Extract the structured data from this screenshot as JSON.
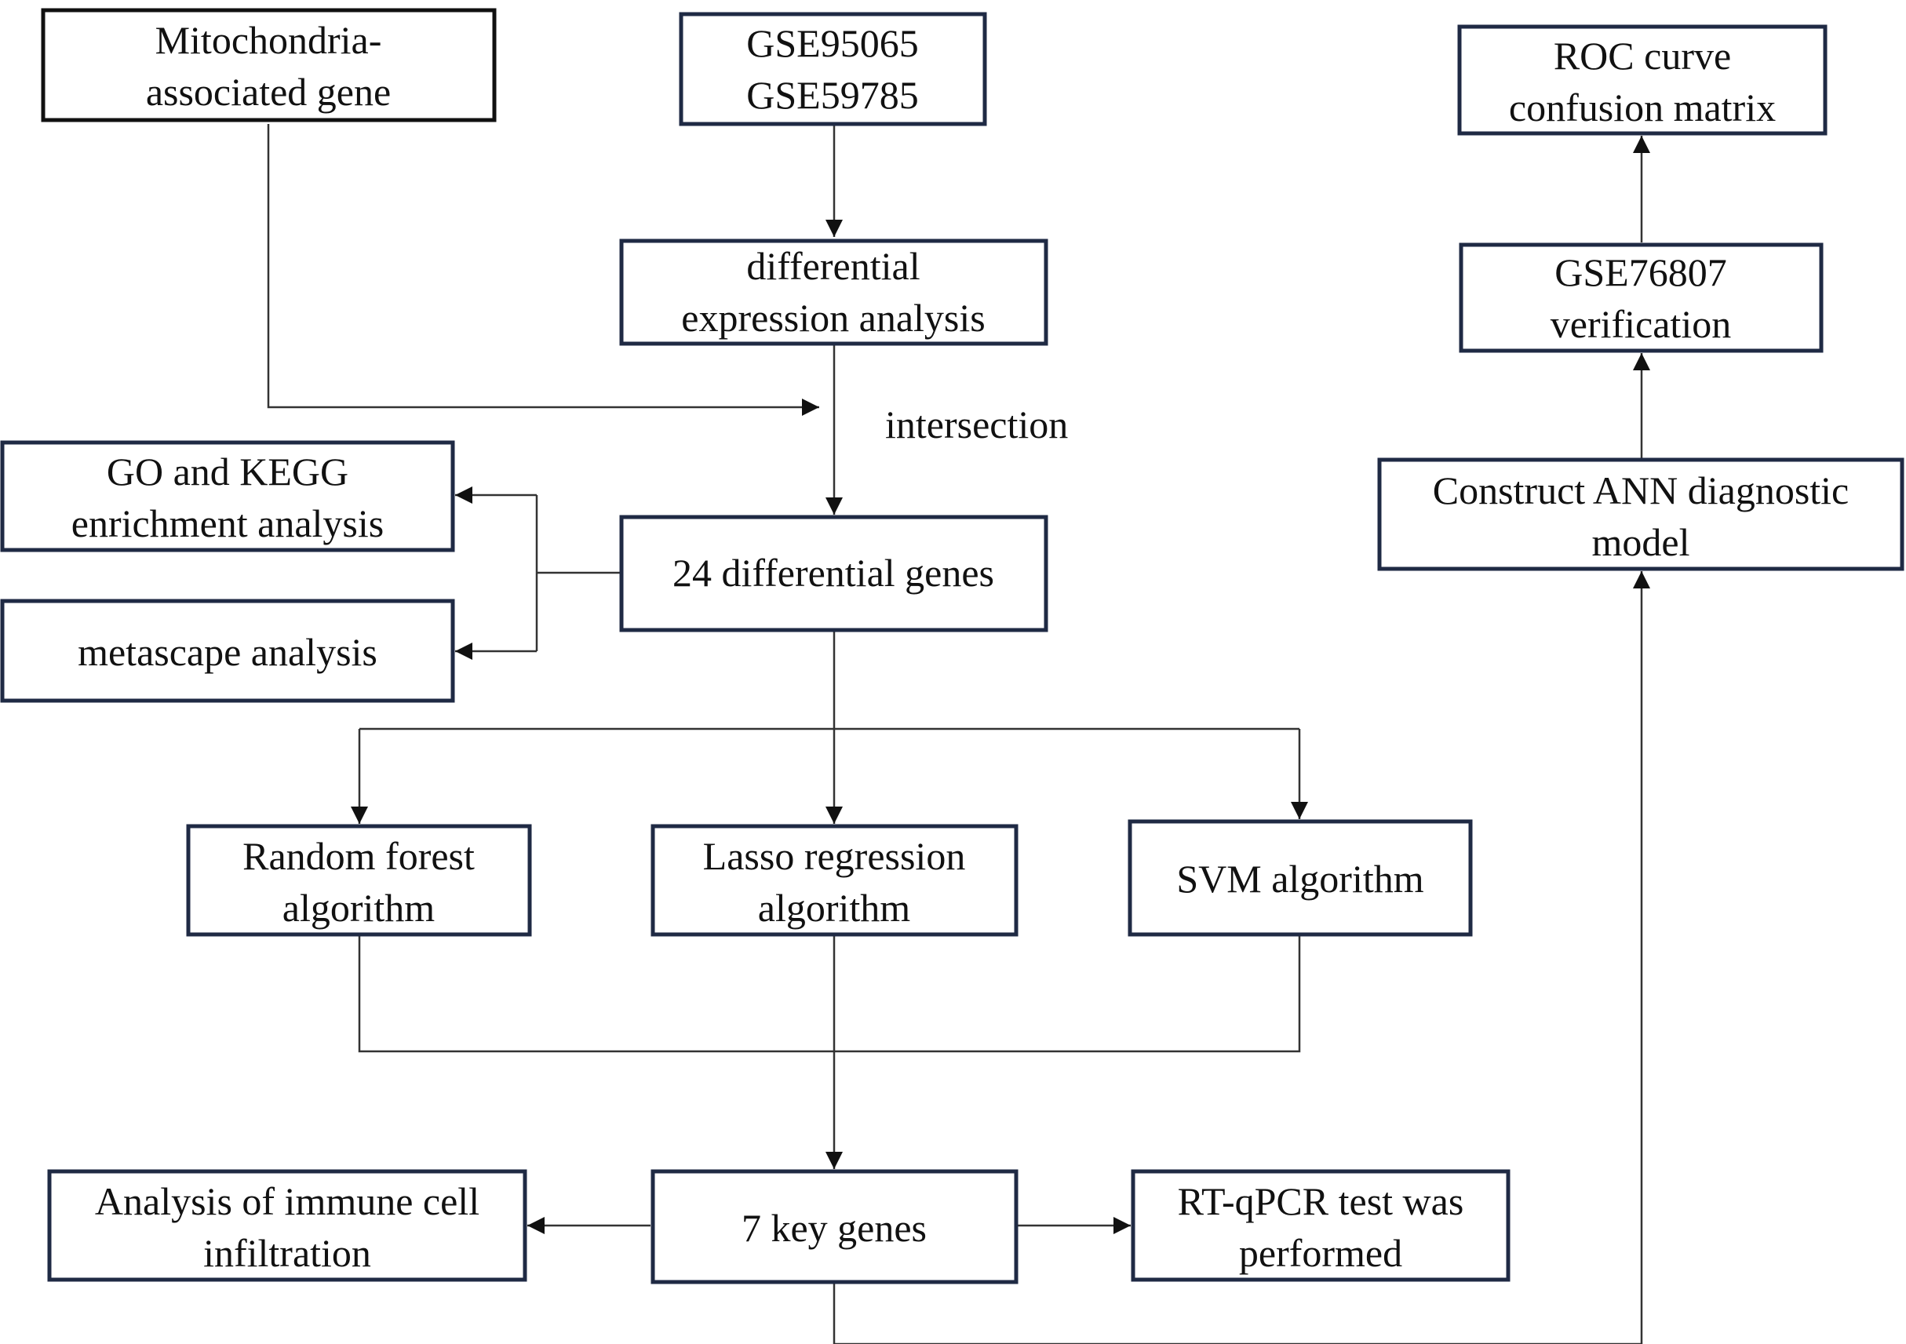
{
  "colors": {
    "box_border_dark": "#1f2a44",
    "box_border_black": "#111111",
    "connector": "#222222",
    "text": "#111111",
    "background": "#ffffff"
  },
  "nodes": {
    "mito": [
      "Mitochondria-",
      "associated gene"
    ],
    "gse_datasets": [
      "GSE95065",
      "GSE59785"
    ],
    "diff_expr": [
      "differential",
      "expression analysis"
    ],
    "diff_genes": [
      "24 differential genes"
    ],
    "go_kegg": [
      "GO and KEGG",
      "enrichment analysis"
    ],
    "metascape": [
      "metascape analysis"
    ],
    "random_forest": [
      "Random forest",
      "algorithm"
    ],
    "lasso": [
      "Lasso regression",
      "algorithm"
    ],
    "svm": [
      "SVM algorithm"
    ],
    "key_genes": [
      "7 key genes"
    ],
    "immune": [
      "Analysis of immune cell",
      "infiltration"
    ],
    "rtqpcr": [
      "RT-qPCR test was",
      "performed"
    ],
    "ann": [
      "Construct ANN diagnostic",
      "model"
    ],
    "gse76807": [
      "GSE76807",
      "verification"
    ],
    "roc": [
      "ROC curve",
      "confusion matrix"
    ]
  },
  "labels": {
    "intersection": "intersection"
  }
}
